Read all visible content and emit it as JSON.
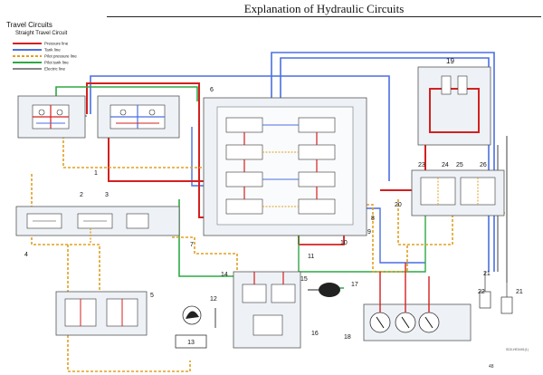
{
  "header": {
    "title": "Explanation of Hydraulic Circuits"
  },
  "section": {
    "title": "Travel Circuits",
    "subtitle": "Straight Travel Circuit"
  },
  "legend": [
    {
      "label": "Pressure line",
      "color": "#d42020",
      "style": "solid"
    },
    {
      "label": "Tank line",
      "color": "#4a6fe0",
      "style": "solid"
    },
    {
      "label": "Pilot pressure line",
      "color": "#e0a020",
      "style": "dashed"
    },
    {
      "label": "Pilot tank line",
      "color": "#2ea844",
      "style": "solid"
    },
    {
      "label": "Electric line",
      "color": "#111111",
      "style": "solid"
    }
  ],
  "callouts": [
    "1",
    "2",
    "3",
    "4",
    "5",
    "6",
    "7",
    "8",
    "9",
    "10",
    "11",
    "12",
    "13",
    "14",
    "15",
    "16",
    "17",
    "18",
    "19",
    "20",
    "21",
    "21",
    "22",
    "23",
    "24",
    "25",
    "26"
  ],
  "component_box_13": "13",
  "page_number": "48",
  "figure_id": "SD0-HE0491(1)"
}
